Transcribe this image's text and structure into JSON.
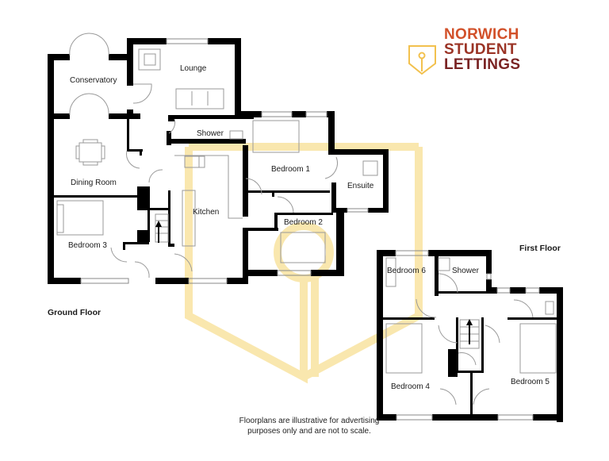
{
  "brand": {
    "name_lines": [
      "NORWICH",
      "STUDENT",
      "LETTINGS"
    ],
    "icon": "shield-key-icon",
    "colors": {
      "line1": "#d2512a",
      "line2": "#9b3426",
      "line3": "#7a2424",
      "shield": "#f2c14e"
    }
  },
  "floors": {
    "ground": {
      "label": "Ground Floor",
      "rooms": {
        "conservatory": "Conservatory",
        "lounge": "Lounge",
        "shower": "Shower",
        "dining_room": "Dining Room",
        "bedroom1": "Bedroom 1",
        "ensuite": "Ensuite",
        "kitchen": "Kitchen",
        "bedroom2": "Bedroom 2",
        "bedroom3": "Bedroom 3"
      }
    },
    "first": {
      "label": "First Floor",
      "rooms": {
        "bedroom6": "Bedroom 6",
        "shower": "Shower",
        "bedroom4": "Bedroom 4",
        "bedroom5": "Bedroom 5"
      }
    }
  },
  "disclaimer": "Floorplans are illustrative for advertising purposes only and are not to scale.",
  "colors": {
    "wall": "#000000",
    "fixture": "#9a9a9a",
    "watermark": "#f7dc8a"
  }
}
